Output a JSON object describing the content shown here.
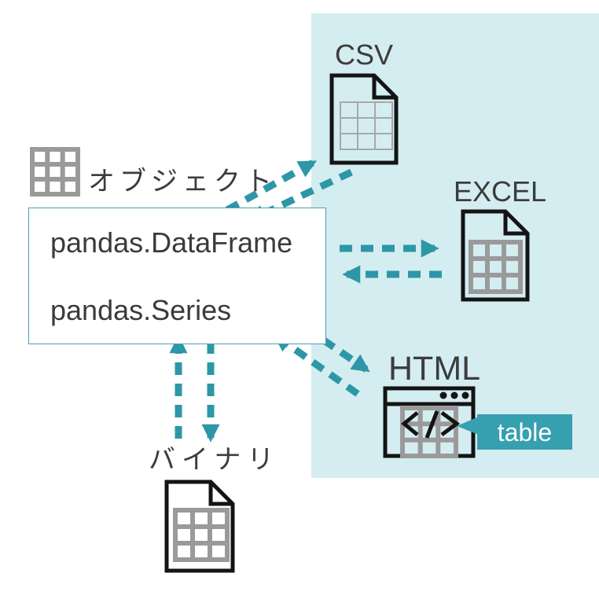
{
  "title": "pandas I/O diagram",
  "object_group": {
    "label": "オブジェクト",
    "icon": "table-grid-icon"
  },
  "main_box": {
    "dataframe_label": "pandas.DataFrame",
    "series_label": "pandas.Series"
  },
  "nodes": {
    "csv": {
      "label": "CSV",
      "icon": "csv-file-icon"
    },
    "excel": {
      "label": "EXCEL",
      "icon": "excel-file-icon"
    },
    "html": {
      "label": "HTML",
      "icon": "browser-window-icon",
      "badge_label": "table",
      "code_glyph": "</>"
    },
    "binary": {
      "label": "バイナリ",
      "icon": "binary-file-icon"
    }
  },
  "arrows": [
    {
      "from": "main-box",
      "to": "csv",
      "style": "dashed"
    },
    {
      "from": "csv",
      "to": "main-box",
      "style": "dashed"
    },
    {
      "from": "main-box",
      "to": "excel",
      "style": "dashed"
    },
    {
      "from": "excel",
      "to": "main-box",
      "style": "dashed"
    },
    {
      "from": "main-box",
      "to": "html",
      "style": "dashed"
    },
    {
      "from": "html",
      "to": "main-box",
      "style": "dashed"
    },
    {
      "from": "binary",
      "to": "main-box",
      "style": "dashed"
    },
    {
      "from": "main-box",
      "to": "binary",
      "style": "dashed"
    }
  ],
  "colors": {
    "arrow_teal": "#2d97a7",
    "badge_teal": "#37a0b0",
    "panel_cyan": "#d4edf0",
    "box_border_teal": "#4ba0af",
    "icon_gray": "#9a9a9a",
    "text_dark": "#3c3c3c"
  }
}
